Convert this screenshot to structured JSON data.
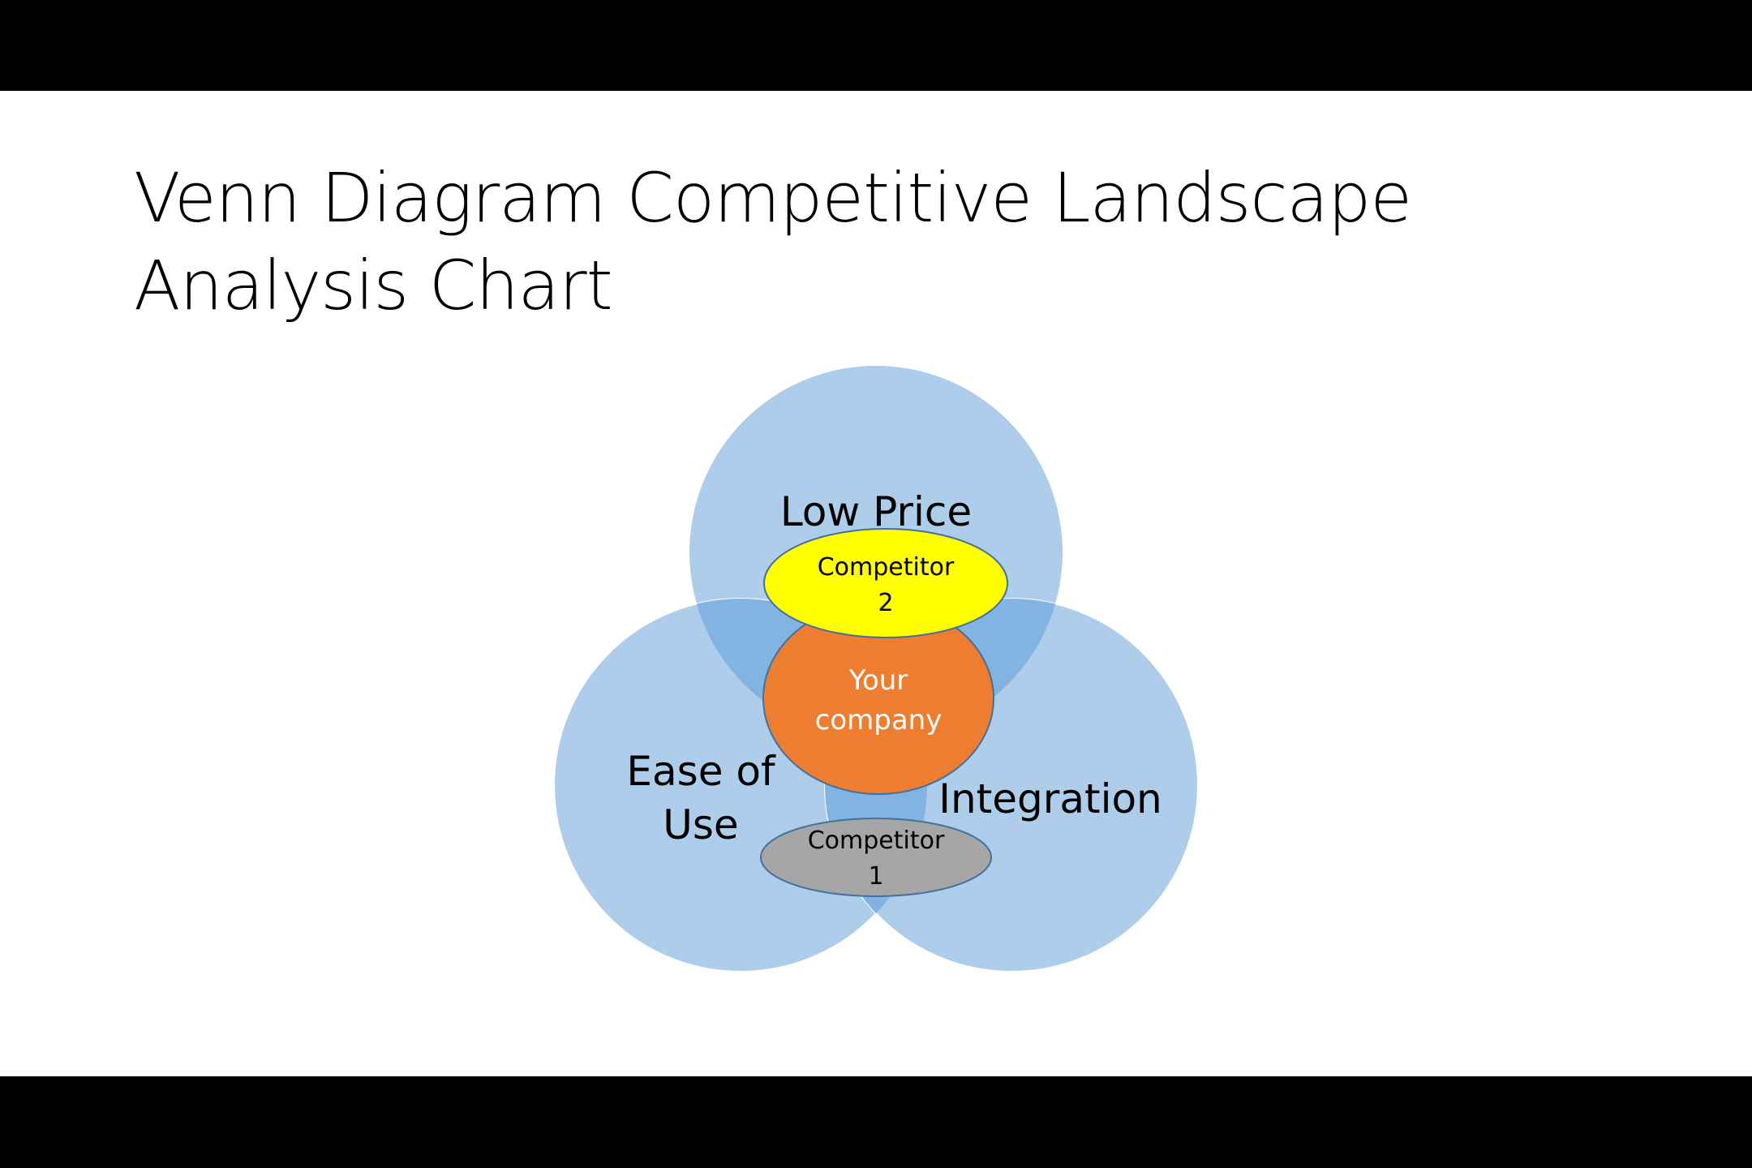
{
  "slide": {
    "title_line1": "Venn Diagram Competitive Landscape",
    "title_line2": "Analysis Chart"
  },
  "diagram": {
    "circles": [
      {
        "label": "Low Price",
        "color": "#aecdea"
      },
      {
        "label_line1": "Ease of",
        "label_line2": "Use",
        "color": "#aecdea"
      },
      {
        "label": "Integration",
        "color": "#aecdea"
      }
    ],
    "overlap_color": "#83b3e0",
    "ellipses": [
      {
        "label_line1": "Competitor",
        "label_line2": "2",
        "fill": "#ffff00",
        "text_color": "#000000"
      },
      {
        "label_line1": "Your",
        "label_line2": "company",
        "fill": "#ed7d31",
        "text_color": "#ffffff"
      },
      {
        "label_line1": "Competitor",
        "label_line2": "1",
        "fill": "#a6a6a6",
        "text_color": "#000000"
      }
    ],
    "outline_color": "#41719c"
  }
}
